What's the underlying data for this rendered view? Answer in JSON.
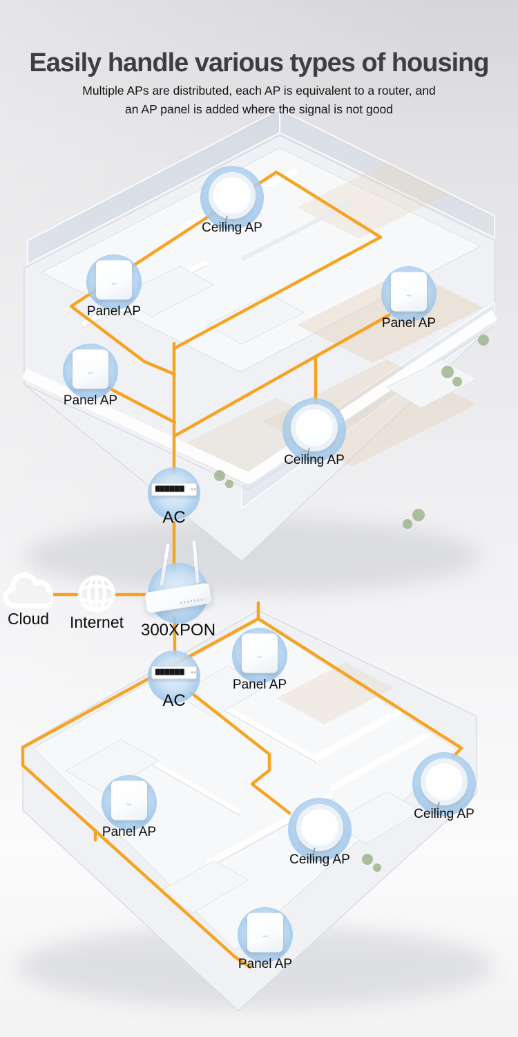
{
  "page": {
    "title": "Easily handle various types of housing",
    "subtitle_line1": "Multiple APs are distributed, each AP is equivalent to a router, and",
    "subtitle_line2": "an AP panel is added where the signal is not good"
  },
  "colors": {
    "accent_orange": "#F7A322",
    "ap_halo_blue": "#9CC6EC",
    "title_gray": "#3E3E40",
    "label_black": "#0A0A0B"
  },
  "icons": {
    "cloud": "cloud-outline-icon",
    "internet": "globe-grid-icon",
    "router": "wifi-router-icon",
    "ac": "poe-switch-icon",
    "ceiling_ap": "ceiling-access-point-icon",
    "panel_ap": "wall-panel-access-point-icon"
  },
  "network": {
    "cloud_label": "Cloud",
    "internet_label": "Internet",
    "router_label": "300XPON",
    "ac_upper_label": "AC",
    "ac_lower_label": "AC"
  },
  "house_upper": {
    "aps": [
      {
        "type": "ceiling",
        "label": "Ceiling AP"
      },
      {
        "type": "panel",
        "label": "Panel AP"
      },
      {
        "type": "panel",
        "label": "Panel AP"
      },
      {
        "type": "panel",
        "label": "Panel AP"
      },
      {
        "type": "ceiling",
        "label": "Ceiling AP"
      }
    ]
  },
  "house_lower": {
    "aps": [
      {
        "type": "panel",
        "label": "Panel AP"
      },
      {
        "type": "ceiling",
        "label": "Ceiling AP"
      },
      {
        "type": "ceiling",
        "label": "Ceiling AP"
      },
      {
        "type": "panel",
        "label": "Panel AP"
      },
      {
        "type": "panel",
        "label": "Panel AP"
      }
    ]
  }
}
